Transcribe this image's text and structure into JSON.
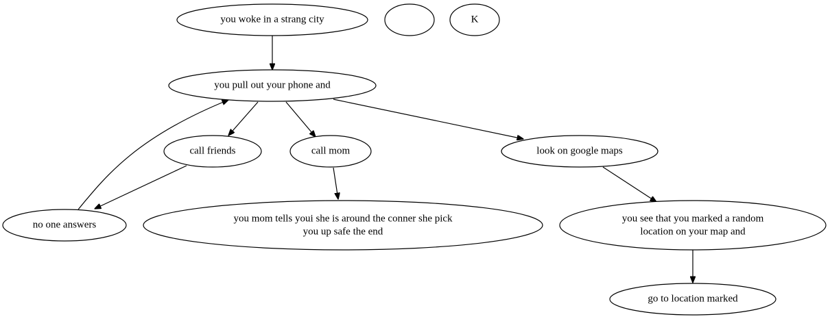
{
  "graph": {
    "nodes": [
      {
        "id": "n_woke",
        "lines": [
          "you woke in a strang city"
        ]
      },
      {
        "id": "n_blank",
        "lines": []
      },
      {
        "id": "n_k",
        "lines": [
          "K"
        ]
      },
      {
        "id": "n_phone",
        "lines": [
          "you pull out your phone and"
        ]
      },
      {
        "id": "n_friends",
        "lines": [
          "call friends"
        ]
      },
      {
        "id": "n_mom",
        "lines": [
          "call mom"
        ]
      },
      {
        "id": "n_maps",
        "lines": [
          "look on google maps"
        ]
      },
      {
        "id": "n_noone",
        "lines": [
          "no one answers"
        ]
      },
      {
        "id": "n_momtells",
        "lines": [
          "you mom tells youi she is around the conner she pick",
          "you up safe the end"
        ]
      },
      {
        "id": "n_marked",
        "lines": [
          "you see that you marked a random",
          "location on your map and"
        ]
      },
      {
        "id": "n_goto",
        "lines": [
          "go to location marked"
        ]
      }
    ],
    "edges": [
      {
        "from": "n_woke",
        "to": "n_phone"
      },
      {
        "from": "n_phone",
        "to": "n_friends"
      },
      {
        "from": "n_phone",
        "to": "n_mom"
      },
      {
        "from": "n_phone",
        "to": "n_maps"
      },
      {
        "from": "n_friends",
        "to": "n_noone"
      },
      {
        "from": "n_noone",
        "to": "n_phone"
      },
      {
        "from": "n_mom",
        "to": "n_momtells"
      },
      {
        "from": "n_maps",
        "to": "n_marked"
      },
      {
        "from": "n_marked",
        "to": "n_goto"
      }
    ]
  }
}
